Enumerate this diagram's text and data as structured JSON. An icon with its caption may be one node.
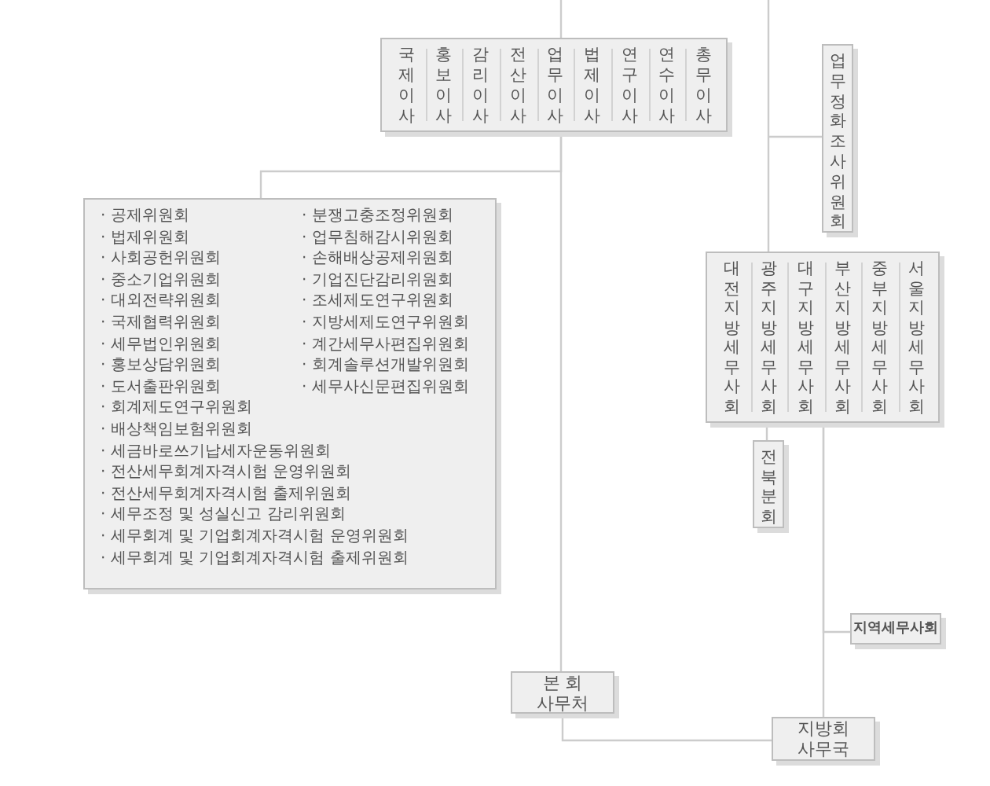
{
  "diagram": {
    "nodes": [
      {
        "text": [
          "국제이사",
          "홍보이사",
          "감리이사",
          "전산이사",
          "업무이사",
          "법제이사",
          "연구이사",
          "연수이사",
          "총무이사"
        ]
      },
      {
        "text": [
          "업무정화조사위원회"
        ]
      },
      {
        "text": [
          "· 공제위원회",
          "· 법제위원회",
          "· 사회공헌위원회",
          "· 중소기업위원회",
          "· 대외전략위원회",
          "· 국제협력위원회",
          "· 세무법인위원회",
          "· 홍보상담위원회",
          "· 도서출판위원회",
          "· 회계제도연구위원회",
          "· 배상책임보험위원회",
          "· 세금바로쓰기납세자운동위원회",
          "· 전산세무회계자격시험 운영위원회",
          "· 전산세무회계자격시험 출제위원회",
          "· 세무조정 및 성실신고 감리위원회",
          "· 세무회계 및 기업회계자격시험 운영위원회",
          "· 세무회계 및 기업회계자격시험 출제위원회",
          "· 분쟁고충조정위원회",
          "· 업무침해감시위원회",
          "· 손해배상공제위원회",
          "· 기업진단감리위원회",
          "· 조세제도연구위원회",
          "· 지방세제도연구위원회",
          "· 계간세무사편집위원회",
          "· 회계솔루션개발위원회",
          "· 세무사신문편집위원회"
        ]
      },
      {
        "text": [
          "대전지방세무사회",
          "광주지방세무사회",
          "대구지방세무사회",
          "부산지방세무사회",
          "중부지방세무사회",
          "서울지방세무사회"
        ]
      },
      {
        "text": [
          "전북분회"
        ]
      },
      {
        "text": [
          "지역세무사회"
        ]
      },
      {
        "text": [
          "본 회 사무처"
        ]
      },
      {
        "text": [
          "지방회 사무국"
        ]
      }
    ],
    "edges": [
      {
        "from": null,
        "to": 0,
        "arrow": "none"
      },
      {
        "from": 0,
        "to": 2,
        "arrow": "none"
      },
      {
        "from": 0,
        "to": 6,
        "arrow": "none"
      },
      {
        "from": null,
        "to": 3,
        "arrow": "none"
      },
      {
        "from": null,
        "to": 1,
        "arrow": "none"
      },
      {
        "from": 3,
        "to": 4,
        "arrow": "none"
      },
      {
        "from": 3,
        "to": 7,
        "arrow": "none"
      },
      {
        "from": 3,
        "to": 5,
        "arrow": "none"
      },
      {
        "from": 6,
        "to": 7,
        "arrow": "none"
      }
    ]
  }
}
